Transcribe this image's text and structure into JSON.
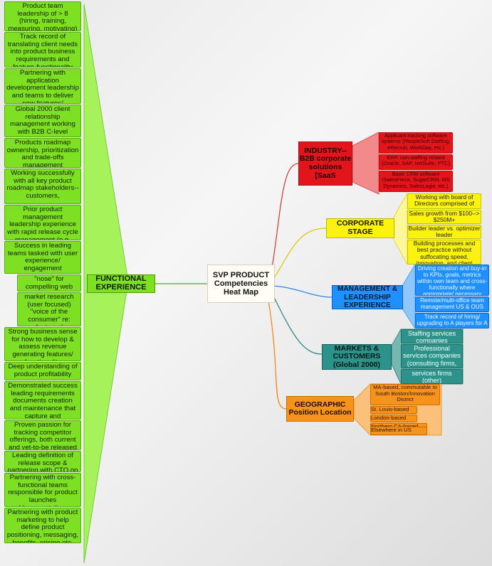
{
  "central": "SVP PRODUCT Competencies Heat Map",
  "functional": {
    "label": "FUNCTIONAL EXPERIENCE",
    "items": [
      "Product  team leadership of > 8 (hiring, training, measuring, motivating)",
      "Track record of translating client needs into product business requirements and feature-functionality",
      "Partnering with application development leadership and teams to deliver new features/",
      "Global 2000 client relationship management working with B2B C-level customers",
      "Products roadmap ownership, prioritization and trade-offs management",
      "Working successfully with all key product roadmap stakeholders-- customers,",
      "Prior product management leadership experience with rapid release cycle management (e.g.",
      "Success in leading teams tasked with user experience/ engagement optimization (A/B user testing",
      "\"nose\" for compelling web design",
      "market research (user focused) \"voice of the consumer\" re: features/ functionality",
      "Strong business sense for how to develop & assess revenue generating features/ functionality",
      "Deep understanding of product profitability",
      "Demonstrated success leading requirements documents creation and maintenance that capture and",
      "Proven passion for tracking competitor offerings, both current and yet-to-be released",
      "Leading definition of release scope & partnering with CTO on release dates",
      "Partnering with cross-functional teams responsible for product launches (documentation,",
      "Partnering with product marketing to help define product positioning, messaging, benefits, pricing etc."
    ]
  },
  "industry": {
    "label": "INDUSTRY-- B2B corporate solutions [SaaS",
    "items": [
      "Applicant tracking software systems (PeopleSoft Staffing, eRecruit, WorkDay, etc.)",
      "ERP, non-staffing related (Oracle, SAP, NetSuite, PTC)",
      "Basic CRM software (SalesForce, SugarCRM, MS Dynamics, SalesLogix, etc.)"
    ]
  },
  "corporate": {
    "label": "CORPORATE STAGE",
    "items": [
      "Working with board of Directors comprised of Founder and investors",
      "Sales growth from $100--> $250M+",
      "Builder leader vs. optimizer leader",
      "Building processes and best practice without suffocating speed, innovation, and client satisfaction"
    ]
  },
  "management": {
    "label": "MANAGEMENT & LEADERSHIP EXPERIENCE",
    "items": [
      "Driving creation and buy-in to KPIs, goals, metrics within own team and cross-functionally where appropriate/ necessary",
      "Remote/multi-office team management US & OUS",
      "Track record of hiring/ upgrading to A players for A team"
    ]
  },
  "markets": {
    "label": "MARKETS & CUSTOMERS (Global 2000)",
    "items": [
      "Staffing services companies",
      "Professional services companies (consulting firms, law firms, etc.)",
      "services firms (other)"
    ]
  },
  "geographic": {
    "label": "GEOGRAPHIC Position Location",
    "items": [
      "MA-based, commutable to South Boston/Innovation District",
      "St. Louis-based",
      "London-based",
      "Northern CA-based",
      "Elsewhere in US"
    ]
  },
  "colors": {
    "functional": "#7ee022",
    "industry": "#e4141b",
    "corporate": "#fbf20e",
    "management": "#1e90ff",
    "markets": "#2d938a",
    "geographic": "#f7931a"
  }
}
